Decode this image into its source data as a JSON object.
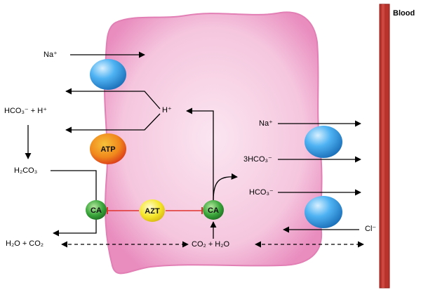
{
  "diagram": {
    "blood_label": "Blood",
    "ions": {
      "na_left": "Na⁺",
      "hco3_h_left": "HCO₃⁻ + H⁺",
      "h2co3": "H₂CO₃",
      "h2o_co2_left": "H₂O + CO₂",
      "h_plus_center": "H⁺",
      "co2_h2o_center": "CO₂ + H₂O",
      "na_right": "Na⁺",
      "hco3x3_right": "3HCO₃⁻",
      "hco3_right": "HCO₃⁻",
      "cl_right": "Cl⁻"
    },
    "nodes": {
      "atp": "ATP",
      "ca_left": "CA",
      "azt": "AZT",
      "ca_right": "CA"
    },
    "colors": {
      "cell_fill": "#f2bcd8",
      "cell_edge": "#e27fb4",
      "blood_vessel": "#c0392b",
      "transporter": "#3fa9f5",
      "atp_orange": "#f08a1c",
      "ca_green": "#3aa63a",
      "azt_yellow": "#f2e21b",
      "inhibit_red": "#e0332e"
    }
  }
}
